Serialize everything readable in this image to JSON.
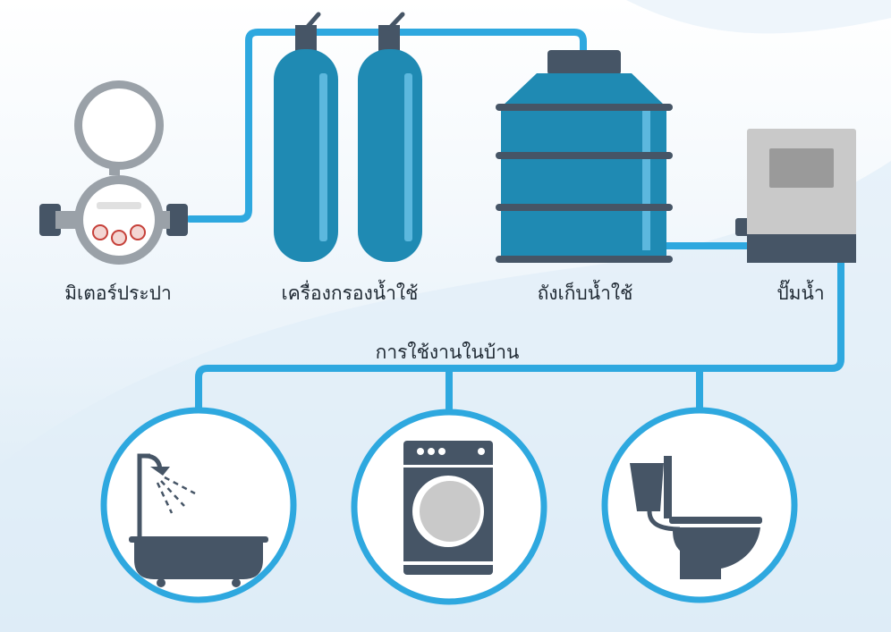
{
  "labels": {
    "meter": "มิเตอร์ประปา",
    "filter": "เครื่องกรองน้ำใช้",
    "tank": "ถังเก็บน้ำใช้",
    "pump": "ปั๊มน้ำ",
    "household": "การใช้งานในบ้าน"
  },
  "icons": [
    "water-meter-icon",
    "filter-tank-icon",
    "storage-tank-icon",
    "water-pump-icon",
    "bathtub-shower-icon",
    "washing-machine-icon",
    "toilet-icon"
  ],
  "colors": {
    "pipe": "#2ea8df",
    "equipment_blue": "#1f8ab3",
    "dark": "#465566",
    "light_gray": "#c9c9c9",
    "background_tint": "#dcebf6"
  }
}
